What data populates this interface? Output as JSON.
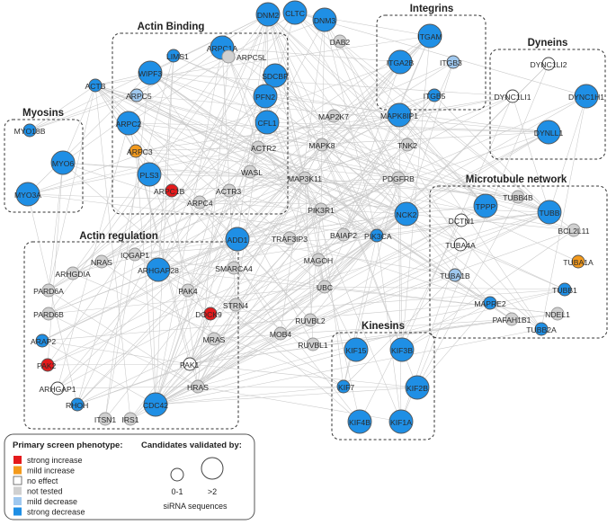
{
  "colors": {
    "strong_increase": "#e41a1c",
    "mild_increase": "#f39a1d",
    "no_effect": "#ffffff",
    "not_tested": "#d0d0d0",
    "mild_decrease": "#9fc8ef",
    "strong_decrease": "#1f8fe5",
    "edge": "#c9c9c9"
  },
  "groups": [
    {
      "id": "actin-binding",
      "title": "Actin Binding"
    },
    {
      "id": "integrins",
      "title": "Integrins"
    },
    {
      "id": "dyneins",
      "title": "Dyneins"
    },
    {
      "id": "myosins",
      "title": "Myosins"
    },
    {
      "id": "microtubule",
      "title": "Microtubule network"
    },
    {
      "id": "actin-regulation",
      "title": "Actin regulation"
    },
    {
      "id": "kinesins",
      "title": "Kinesins"
    }
  ],
  "nodes": [
    {
      "id": "DNM2",
      "status": "strong_decrease",
      "validated": ">2"
    },
    {
      "id": "CLTC",
      "status": "strong_decrease",
      "validated": ">2"
    },
    {
      "id": "DNM3",
      "status": "strong_decrease",
      "validated": ">2"
    },
    {
      "id": "DAB2",
      "status": "not_tested",
      "validated": "0-1"
    },
    {
      "id": "ARPC1A",
      "status": "strong_decrease",
      "validated": ">2"
    },
    {
      "id": "LIMS1",
      "status": "strong_decrease",
      "validated": "0-1"
    },
    {
      "id": "ARPC5L",
      "status": "not_tested",
      "validated": "0-1"
    },
    {
      "id": "WIPF3",
      "status": "strong_decrease",
      "validated": ">2"
    },
    {
      "id": "SDCBP",
      "status": "strong_decrease",
      "validated": ">2"
    },
    {
      "id": "ARPC5",
      "status": "mild_decrease",
      "validated": "0-1"
    },
    {
      "id": "PFN2",
      "status": "strong_decrease",
      "validated": ">2"
    },
    {
      "id": "ARPC2",
      "status": "strong_decrease",
      "validated": ">2"
    },
    {
      "id": "CFL1",
      "status": "strong_decrease",
      "validated": ">2"
    },
    {
      "id": "ARPC3",
      "status": "mild_increase",
      "validated": "0-1"
    },
    {
      "id": "ACTR2",
      "status": "not_tested",
      "validated": "0-1"
    },
    {
      "id": "PLS3",
      "status": "strong_decrease",
      "validated": ">2"
    },
    {
      "id": "WASL",
      "status": "not_tested",
      "validated": "0-1"
    },
    {
      "id": "ARPC1B",
      "status": "strong_increase",
      "validated": "0-1"
    },
    {
      "id": "ACTR3",
      "status": "not_tested",
      "validated": "0-1"
    },
    {
      "id": "ARPC4",
      "status": "not_tested",
      "validated": "0-1"
    },
    {
      "id": "ACTB",
      "status": "strong_decrease",
      "validated": "0-1"
    },
    {
      "id": "ITGAM",
      "status": "strong_decrease",
      "validated": ">2"
    },
    {
      "id": "ITGA2B",
      "status": "strong_decrease",
      "validated": ">2"
    },
    {
      "id": "ITGB3",
      "status": "mild_decrease",
      "validated": "0-1"
    },
    {
      "id": "ITGB5",
      "status": "strong_decrease",
      "validated": "0-1"
    },
    {
      "id": "DYNC1LI2",
      "status": "no_effect",
      "validated": "0-1"
    },
    {
      "id": "DYNC1LI1",
      "status": "no_effect",
      "validated": "0-1"
    },
    {
      "id": "DYNC1H1",
      "status": "strong_decrease",
      "validated": ">2"
    },
    {
      "id": "DYNLL1",
      "status": "strong_decrease",
      "validated": ">2"
    },
    {
      "id": "MYO18B",
      "status": "strong_decrease",
      "validated": "0-1"
    },
    {
      "id": "MYO6",
      "status": "strong_decrease",
      "validated": ">2"
    },
    {
      "id": "MYO3A",
      "status": "strong_decrease",
      "validated": ">2"
    },
    {
      "id": "MAP2K7",
      "status": "not_tested",
      "validated": "0-1"
    },
    {
      "id": "MAPK8IP1",
      "status": "strong_decrease",
      "validated": ">2"
    },
    {
      "id": "MAPK8",
      "status": "not_tested",
      "validated": "0-1"
    },
    {
      "id": "TNK2",
      "status": "not_tested",
      "validated": "0-1"
    },
    {
      "id": "MAP3K11",
      "status": "not_tested",
      "validated": "0-1"
    },
    {
      "id": "PDGFRB",
      "status": "not_tested",
      "validated": "0-1"
    },
    {
      "id": "PIK3R1",
      "status": "not_tested",
      "validated": "0-1"
    },
    {
      "id": "NCK2",
      "status": "strong_decrease",
      "validated": ">2"
    },
    {
      "id": "ADD1",
      "status": "strong_decrease",
      "validated": ">2"
    },
    {
      "id": "TRAF3IP3",
      "status": "not_tested",
      "validated": "0-1"
    },
    {
      "id": "BAIAP2",
      "status": "not_tested",
      "validated": "0-1"
    },
    {
      "id": "PIK3CA",
      "status": "strong_decrease",
      "validated": "0-1"
    },
    {
      "id": "MAGOH",
      "status": "not_tested",
      "validated": "0-1"
    },
    {
      "id": "SMARCA4",
      "status": "not_tested",
      "validated": "0-1"
    },
    {
      "id": "UBC",
      "status": "not_tested",
      "validated": "0-1"
    },
    {
      "id": "STRN4",
      "status": "not_tested",
      "validated": "0-1"
    },
    {
      "id": "RUVBL2",
      "status": "not_tested",
      "validated": "0-1"
    },
    {
      "id": "MOB4",
      "status": "not_tested",
      "validated": "0-1"
    },
    {
      "id": "RUVBL1",
      "status": "not_tested",
      "validated": "0-1"
    },
    {
      "id": "IQGAP1",
      "status": "not_tested",
      "validated": "0-1"
    },
    {
      "id": "NRAS",
      "status": "not_tested",
      "validated": "0-1"
    },
    {
      "id": "ARHGDIA",
      "status": "not_tested",
      "validated": "0-1"
    },
    {
      "id": "ARHGAP28",
      "status": "strong_decrease",
      "validated": ">2"
    },
    {
      "id": "PARD6A",
      "status": "not_tested",
      "validated": "0-1"
    },
    {
      "id": "PAK4",
      "status": "not_tested",
      "validated": "0-1"
    },
    {
      "id": "PARD6B",
      "status": "not_tested",
      "validated": "0-1"
    },
    {
      "id": "DOCK9",
      "status": "strong_increase",
      "validated": "0-1"
    },
    {
      "id": "ARAP2",
      "status": "strong_decrease",
      "validated": "0-1"
    },
    {
      "id": "MRAS",
      "status": "not_tested",
      "validated": "0-1"
    },
    {
      "id": "PAK2",
      "status": "strong_increase",
      "validated": "0-1"
    },
    {
      "id": "PAK1",
      "status": "no_effect",
      "validated": "0-1"
    },
    {
      "id": "ARHGAP1",
      "status": "no_effect",
      "validated": "0-1"
    },
    {
      "id": "HRAS",
      "status": "not_tested",
      "validated": "0-1"
    },
    {
      "id": "RHOH",
      "status": "strong_decrease",
      "validated": "0-1"
    },
    {
      "id": "CDC42",
      "status": "strong_decrease",
      "validated": ">2"
    },
    {
      "id": "ITSN1",
      "status": "not_tested",
      "validated": "0-1"
    },
    {
      "id": "IRS1",
      "status": "not_tested",
      "validated": "0-1"
    },
    {
      "id": "TPPP",
      "status": "strong_decrease",
      "validated": ">2"
    },
    {
      "id": "TUBB4B",
      "status": "not_tested",
      "validated": "0-1"
    },
    {
      "id": "TUBB",
      "status": "strong_decrease",
      "validated": ">2"
    },
    {
      "id": "DCTN1",
      "status": "no_effect",
      "validated": "0-1"
    },
    {
      "id": "BCL2L11",
      "status": "not_tested",
      "validated": "0-1"
    },
    {
      "id": "TUBA4A",
      "status": "no_effect",
      "validated": "0-1"
    },
    {
      "id": "TUBA1A",
      "status": "mild_increase",
      "validated": "0-1"
    },
    {
      "id": "TUBA1B",
      "status": "mild_decrease",
      "validated": "0-1"
    },
    {
      "id": "TUBB1",
      "status": "strong_decrease",
      "validated": "0-1"
    },
    {
      "id": "MAPRE2",
      "status": "strong_decrease",
      "validated": "0-1"
    },
    {
      "id": "PAFAH1B1",
      "status": "not_tested",
      "validated": "0-1"
    },
    {
      "id": "NDEL1",
      "status": "not_tested",
      "validated": "0-1"
    },
    {
      "id": "TUBB2A",
      "status": "strong_decrease",
      "validated": "0-1"
    },
    {
      "id": "KIF15",
      "status": "strong_decrease",
      "validated": ">2"
    },
    {
      "id": "KIF3B",
      "status": "strong_decrease",
      "validated": ">2"
    },
    {
      "id": "KIF7",
      "status": "strong_decrease",
      "validated": "0-1"
    },
    {
      "id": "KIF2B",
      "status": "strong_decrease",
      "validated": ">2"
    },
    {
      "id": "KIF4B",
      "status": "strong_decrease",
      "validated": ">2"
    },
    {
      "id": "KIF1A",
      "status": "strong_decrease",
      "validated": ">2"
    }
  ],
  "legend": {
    "phenotype_title": "Primary screen phenotype:",
    "phenotype_items": [
      {
        "key": "strong_increase",
        "label": "strong increase"
      },
      {
        "key": "mild_increase",
        "label": "mild increase"
      },
      {
        "key": "no_effect",
        "label": "no effect"
      },
      {
        "key": "not_tested",
        "label": "not tested"
      },
      {
        "key": "mild_decrease",
        "label": "mild decrease"
      },
      {
        "key": "strong_decrease",
        "label": "strong decrease"
      }
    ],
    "validated_title": "Candidates validated by:",
    "small_label": "0-1",
    "large_label": ">2",
    "caption": "siRNA sequences"
  }
}
